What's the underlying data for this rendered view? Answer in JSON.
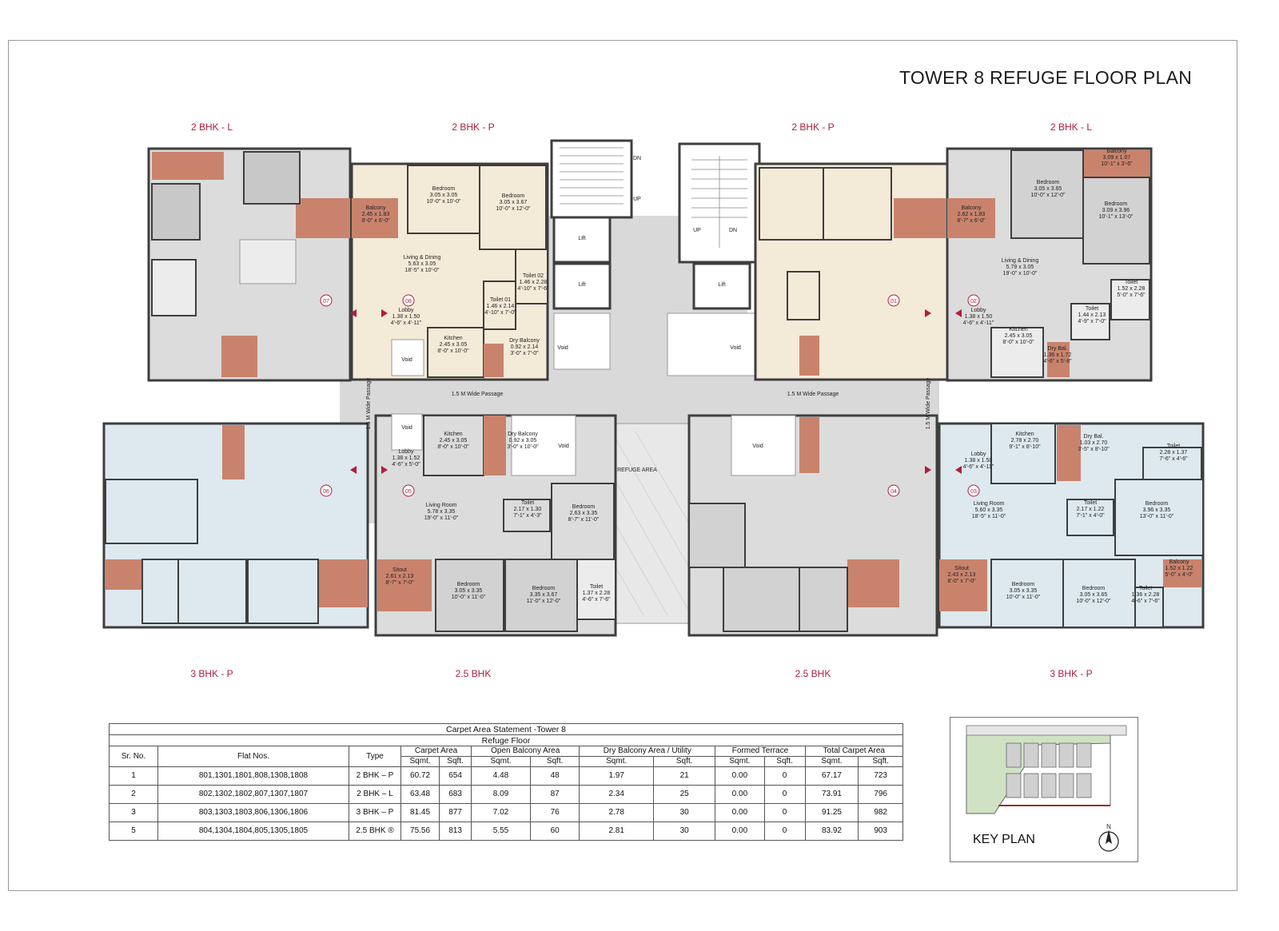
{
  "title": "TOWER 8 REFUGE FLOOR PLAN",
  "unit_types": {
    "top": [
      "2 BHK - L",
      "2 BHK - P",
      "2 BHK - P",
      "2 BHK - L"
    ],
    "bottom": [
      "3 BHK - P",
      "2.5 BHK",
      "2.5 BHK",
      "3 BHK - P"
    ]
  },
  "rooms": {
    "r08_bed1": [
      "Bedroom",
      "3.05 x 3.05",
      "10'-0\" x 10'-0\""
    ],
    "r08_bed2": [
      "Bedroom",
      "3.05 x 3.67",
      "10'-0\" x 12'-0\""
    ],
    "r08_balcony": [
      "Balcony",
      "2.45 x 1.83",
      "8'-0\" x 6'-0\""
    ],
    "r08_living": [
      "Living & Dining",
      "5.63 x 3.05",
      "18'-5\" x 10'-0\""
    ],
    "r08_toilet2": [
      "Toilet 02",
      "1.46 x 2.28",
      "4'-10\" x 7'-6\""
    ],
    "r08_toilet1": [
      "Toilet 01",
      "1.46 x 2.14",
      "4'-10\" x 7'-0\""
    ],
    "r08_lobby": [
      "Lobby",
      "1.38 x 1.50",
      "4'-6\" x 4'-11\""
    ],
    "r08_kitchen": [
      "Kitchen",
      "2.45 x 3.05",
      "8'-0\" x 10'-0\""
    ],
    "r08_drybal": [
      "Dry Balcony",
      "0.92 x 2.14",
      "3'-0\" x 7'-0\""
    ],
    "r02_balcony_top": [
      "Balcony",
      "3.09 x 1.07",
      "10'-1\" x 3'-6\""
    ],
    "r02_bed1": [
      "Bedroom",
      "3.05 x 3.65",
      "10'-0\" x 12'-0\""
    ],
    "r02_bed2": [
      "Bedroom",
      "3.09 x 3.96",
      "10'-1\" x 13'-0\""
    ],
    "r02_balcony": [
      "Balcony",
      "2.62 x 1.83",
      "8'-7\" x 6'-0\""
    ],
    "r02_living": [
      "Living & Dining",
      "5.79 x 3.05",
      "19'-0\" x 10'-0\""
    ],
    "r02_toilet_a": [
      "Toilet",
      "1.52 x 2.28",
      "5'-0\" x 7'-6\""
    ],
    "r02_toilet_b": [
      "Toilet",
      "1.44 x 2.13",
      "4'-9\" x 7'-0\""
    ],
    "r02_lobby": [
      "Lobby",
      "1.38 x 1.50",
      "4'-6\" x 4'-11\""
    ],
    "r02_kitchen": [
      "Kitchen",
      "2.45 x 3.05",
      "8'-0\" x 10'-0\""
    ],
    "r02_drybal": [
      "Dry Bal.",
      "1.36 x 1.72",
      "4'-6\" x 5'-8\""
    ],
    "r05_kitchen": [
      "Kitchen",
      "2.45 x 3.05",
      "8'-0\" x 10'-0\""
    ],
    "r05_drybal": [
      "Dry Balcony",
      "0.92 x 3.05",
      "3'-0\" x 10'-0\""
    ],
    "r05_lobby": [
      "Lobby",
      "1.38 x 1.52",
      "4'-6\" x 5'-0\""
    ],
    "r05_living": [
      "Living Room",
      "5.78 x 3.35",
      "19'-0\" x 11'-0\""
    ],
    "r05_toilet": [
      "Toilet",
      "2.17 x 1.30",
      "7'-1\" x 4'-3\""
    ],
    "r05_bed": [
      "Bedroom",
      "2.63 x 3.35",
      "8'-7\" x 11'-0\""
    ],
    "r05_sitout": [
      "Sitout",
      "2.61 x 2.13",
      "8'-7\" x 7'-0\""
    ],
    "r05_bed2": [
      "Bedroom",
      "3.05 x 3.35",
      "10'-0\" x 11'-0\""
    ],
    "r05_bed3": [
      "Bedroom",
      "3.35 x 3.67",
      "11'-0\" x 12'-0\""
    ],
    "r05_toilet2": [
      "Toilet",
      "1.37 x 2.28",
      "4'-6\" x 7'-6\""
    ],
    "r03_kitchen": [
      "Kitchen",
      "2.78 x 2.70",
      "9'-1\" x 8'-10\""
    ],
    "r03_drybal": [
      "Dry Bal.",
      "1.03 x 2.70",
      "3'-5\" x 8'-10\""
    ],
    "r03_toilet_top": [
      "Toilet",
      "2.28 x 1.37",
      "7'-6\" x 4'-6\""
    ],
    "r03_lobby": [
      "Lobby",
      "1.38 x 1.50",
      "4'-6\" x 4'-11\""
    ],
    "r03_living": [
      "Living Room",
      "5.60 x 3.35",
      "18'-5\" x 11'-0\""
    ],
    "r03_toilet": [
      "Toilet",
      "2.17 x 1.22",
      "7'-1\" x 4'-0\""
    ],
    "r03_bed": [
      "Bedroom",
      "3.96 x 3.35",
      "13'-0\" x 11'-0\""
    ],
    "r03_sitout": [
      "Sitout",
      "2.43 x 2.13",
      "8'-0\" x 7'-0\""
    ],
    "r03_balcony": [
      "Balcony",
      "1.52 x 1.22",
      "5'-0\" x 4'-0\""
    ],
    "r03_bed2": [
      "Bedroom",
      "3.05 x 3.35",
      "10'-0\" x 11'-0\""
    ],
    "r03_bed3": [
      "Bedroom",
      "3.05 x 3.65",
      "10'-0\" x 12'-0\""
    ],
    "r03_toilet2": [
      "Toilet",
      "1.36 x 2.28",
      "4'-6\" x 7'-6\""
    ]
  },
  "simple_labels": {
    "void": "Void",
    "lift": "Lift",
    "dn": "DN",
    "up": "UP",
    "passage": "1.5 M Wide Passage",
    "refuge": "REFUGE AREA",
    "flat_nos": [
      "07",
      "08",
      "01",
      "02",
      "06",
      "05",
      "04",
      "03"
    ]
  },
  "table": {
    "caption": "Carpet Area Statement -Tower 8",
    "subcaption": "Refuge Floor",
    "headers": [
      "Sr. No.",
      "Flat Nos.",
      "Type",
      "Carpet Area",
      "Open Balcony Area",
      "Dry Balcony Area / Utility",
      "Formed Terrace",
      "Total Carpet Area"
    ],
    "units": [
      "Sqmt.",
      "Sqft.",
      "Sqmt.",
      "Sqft.",
      "Sqmt.",
      "Sqft.",
      "Sqmt.",
      "Sqft.",
      "Sqmt.",
      "Sqft."
    ],
    "rows": [
      [
        "1",
        "801,1301,1801,808,1308,1808",
        "2 BHK – P",
        "60.72",
        "654",
        "4.48",
        "48",
        "1.97",
        "21",
        "0.00",
        "0",
        "67.17",
        "723"
      ],
      [
        "2",
        "802,1302,1802,807,1307,1807",
        "2 BHK – L",
        "63.48",
        "683",
        "8.09",
        "87",
        "2.34",
        "25",
        "0.00",
        "0",
        "73.91",
        "796"
      ],
      [
        "3",
        "803,1303,1803,806,1306,1806",
        "3 BHK – P",
        "81.45",
        "877",
        "7.02",
        "76",
        "2.78",
        "30",
        "0.00",
        "0",
        "91.25",
        "982"
      ],
      [
        "5",
        "804,1304,1804,805,1305,1805",
        "2.5 BHK ®",
        "75.56",
        "813",
        "5.55",
        "60",
        "2.81",
        "30",
        "0.00",
        "0",
        "83.92",
        "903"
      ]
    ]
  },
  "key_plan": {
    "label": "KEY PLAN",
    "north": "N"
  },
  "colors": {
    "accent_label": "#b01d3a",
    "balcony": "#c9836d",
    "wall": "#3e3e3e",
    "grey_unit": "#dcdcdc",
    "cream_unit": "#f4ead8",
    "blue_unit": "#dde9ee",
    "passage": "#d8d8d8"
  }
}
